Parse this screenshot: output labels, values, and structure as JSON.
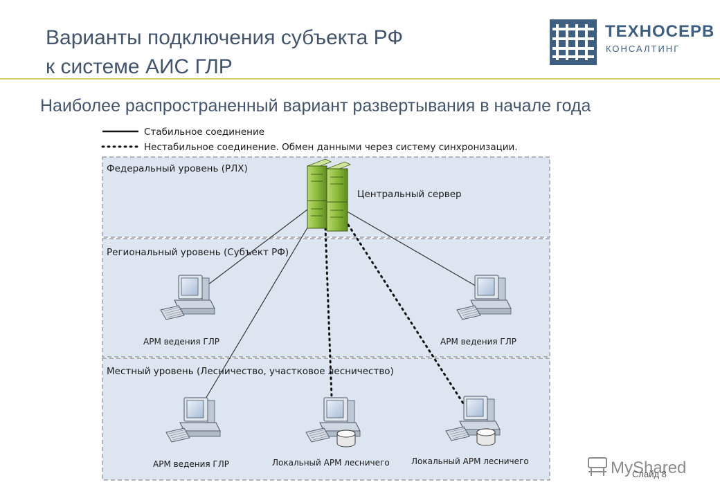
{
  "header": {
    "title_line1": "Варианты подключения субъекта РФ",
    "title_line2": "к системе АИС ГЛР",
    "subtitle": "Наиболее распространенный вариант развертывания в начале года"
  },
  "logo": {
    "brand": "ТЕХНОСЕРВ",
    "sub": "КОНСАЛТИНГ",
    "icon": "grid-logo-icon",
    "color": "#3f5f80"
  },
  "legend": {
    "stable": "Стабильное соединение",
    "unstable": "Нестабильное соединение. Обмен данными через систему синхронизации."
  },
  "levels": {
    "federal": "Федеральный уровень (РЛХ)",
    "regional": "Региональный уровень (Субъект РФ)",
    "local": "Местный уровень (Лесничество, участковое лесничество)"
  },
  "nodes": {
    "server": "Центральный сервер",
    "arm_region_left": "АРМ ведения ГЛР",
    "arm_region_right": "АРМ ведения ГЛР",
    "arm_local": "АРМ ведения ГЛР",
    "local_forester_1": "Локальный АРМ лесничего",
    "local_forester_2": "Локальный АРМ лесничего"
  },
  "footer": {
    "watermark": "MyShared",
    "slide": "Слайд 8"
  },
  "colors": {
    "title": "#44546a",
    "accent_rule": "#d7cf63",
    "zone_fill": "#dde6f0",
    "zone_border": "#8a8f96",
    "server_green": "#9bc24a"
  }
}
